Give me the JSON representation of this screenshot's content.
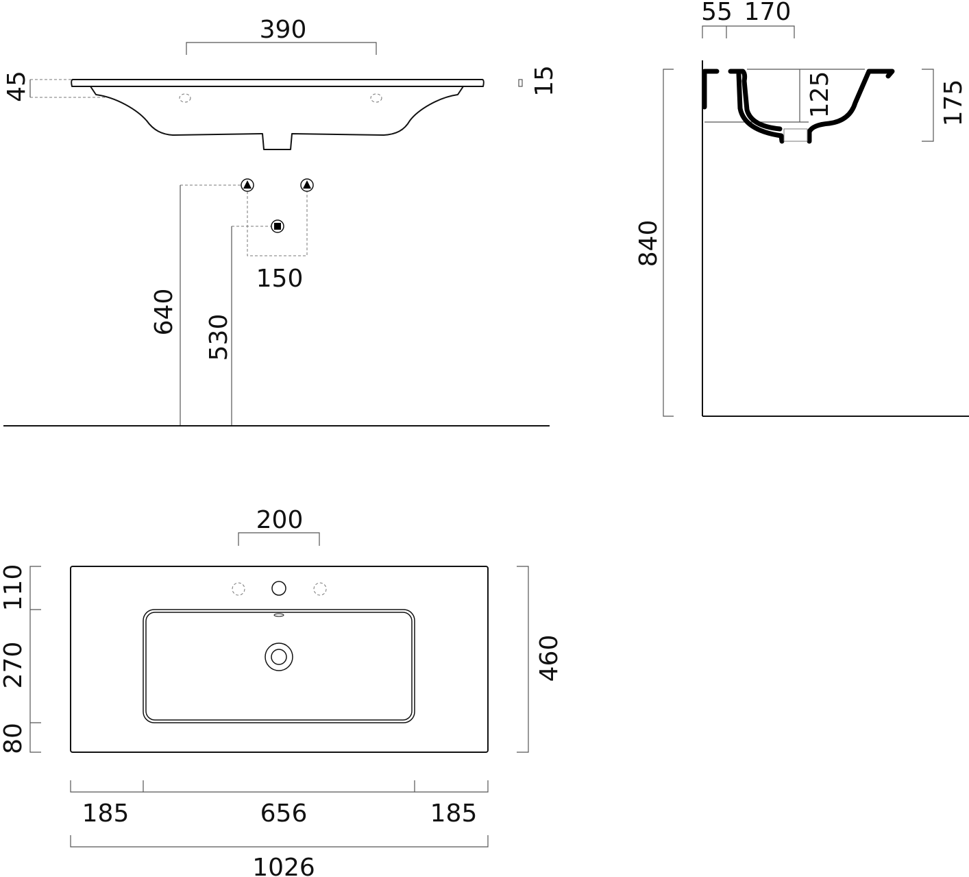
{
  "front_view": {
    "faucet_spacing": "390",
    "total_height": "45",
    "slab_thickness": "15",
    "supply_spacing": "150",
    "supply_height": "640",
    "drain_height": "530"
  },
  "side_view": {
    "wall_offset": "55",
    "bowl_offset": "170",
    "bowl_depth": "125",
    "total_depth": "175",
    "installation_height": "840"
  },
  "plan_view": {
    "hole_spacing": "200",
    "back_margin": "110",
    "basin_depth": "270",
    "front_margin": "80",
    "total_depth": "460",
    "left_margin": "185",
    "basin_width": "656",
    "right_margin": "185",
    "total_width": "1026"
  }
}
